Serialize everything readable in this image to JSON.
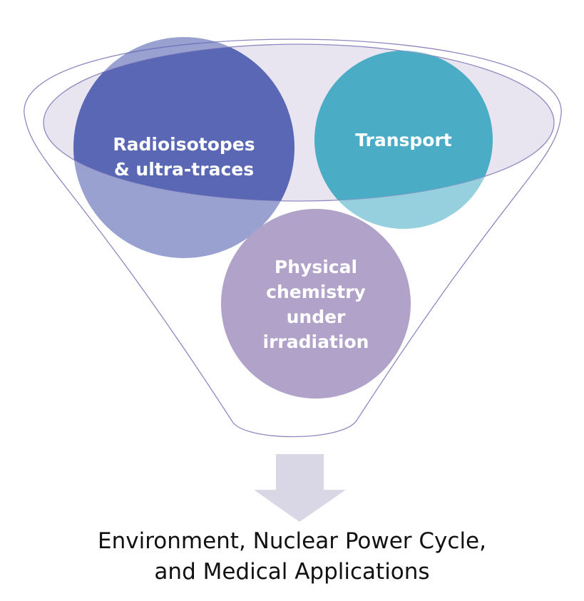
{
  "funnel": {
    "circles": [
      {
        "id": "radioisotopes",
        "label": "Radioisotopes\n& ultra-traces",
        "color": "#5a67b5"
      },
      {
        "id": "transport",
        "label": "Transport",
        "color": "#4aacc5"
      },
      {
        "id": "physical-chemistry",
        "label": "Physical\nchemistry\nunder\nirradiation",
        "color": "#b0a2c8"
      }
    ],
    "outline_color": "#9088bf",
    "rim_fill_color": "#e9e5f0",
    "arrow_color": "#d9d6e6"
  },
  "result": {
    "text": "Environment, Nuclear Power Cycle,\nand Medical Applications"
  }
}
